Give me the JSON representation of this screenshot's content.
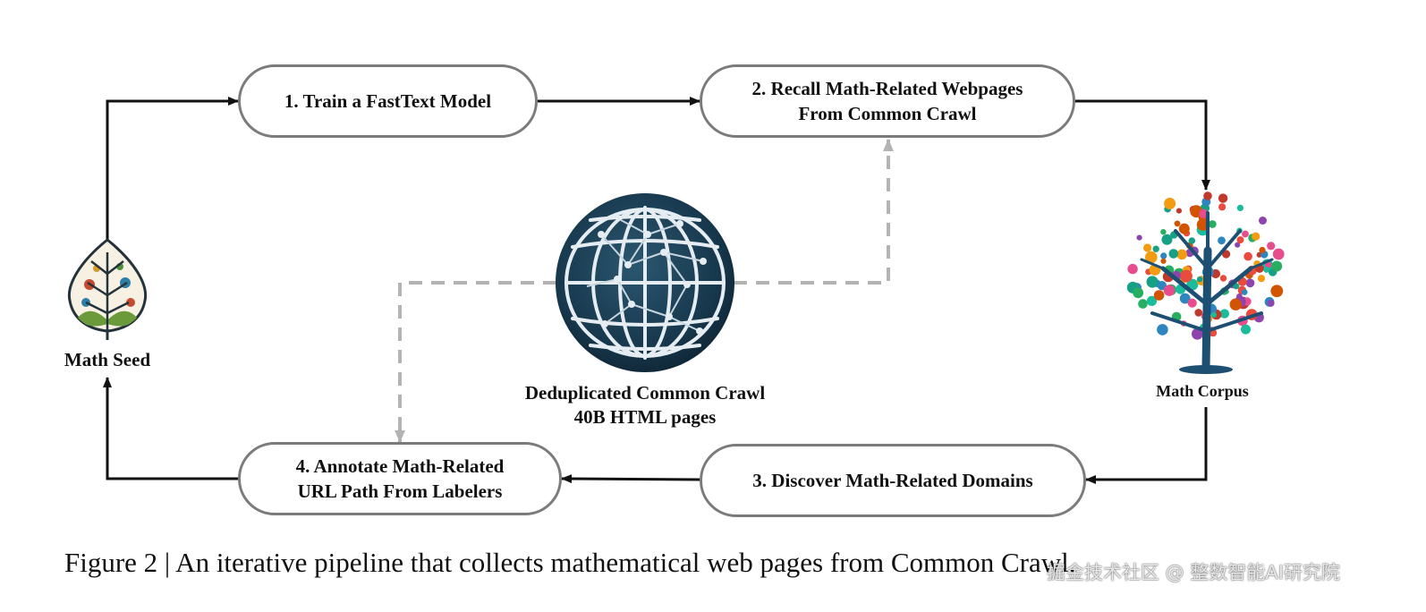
{
  "stages": {
    "train": "1. Train a FastText Model",
    "recall": "2. Recall Math-Related Webpages\nFrom Common Crawl",
    "discover": "3. Discover Math-Related Domains",
    "annotate": "4. Annotate Math-Related\nURL Path From Labelers"
  },
  "nodes": {
    "seed": "Math Seed",
    "corpus": "Math Corpus",
    "crawl": "Deduplicated Common Crawl\n40B HTML pages"
  },
  "icons": {
    "seed": "leaf-icon",
    "corpus": "math-tree-icon",
    "crawl": "globe-network-icon"
  },
  "caption": "Figure 2 | An iterative pipeline that collects mathematical web pages from Common Crawl.",
  "watermark": "掘金技术社区 @ 整数智能AI研究院",
  "colors": {
    "box_border": "#7b7b7b",
    "arrow": "#111111",
    "dashed_arrow": "#b3b3b3",
    "globe_fill": "#17384d",
    "text": "#111111"
  }
}
